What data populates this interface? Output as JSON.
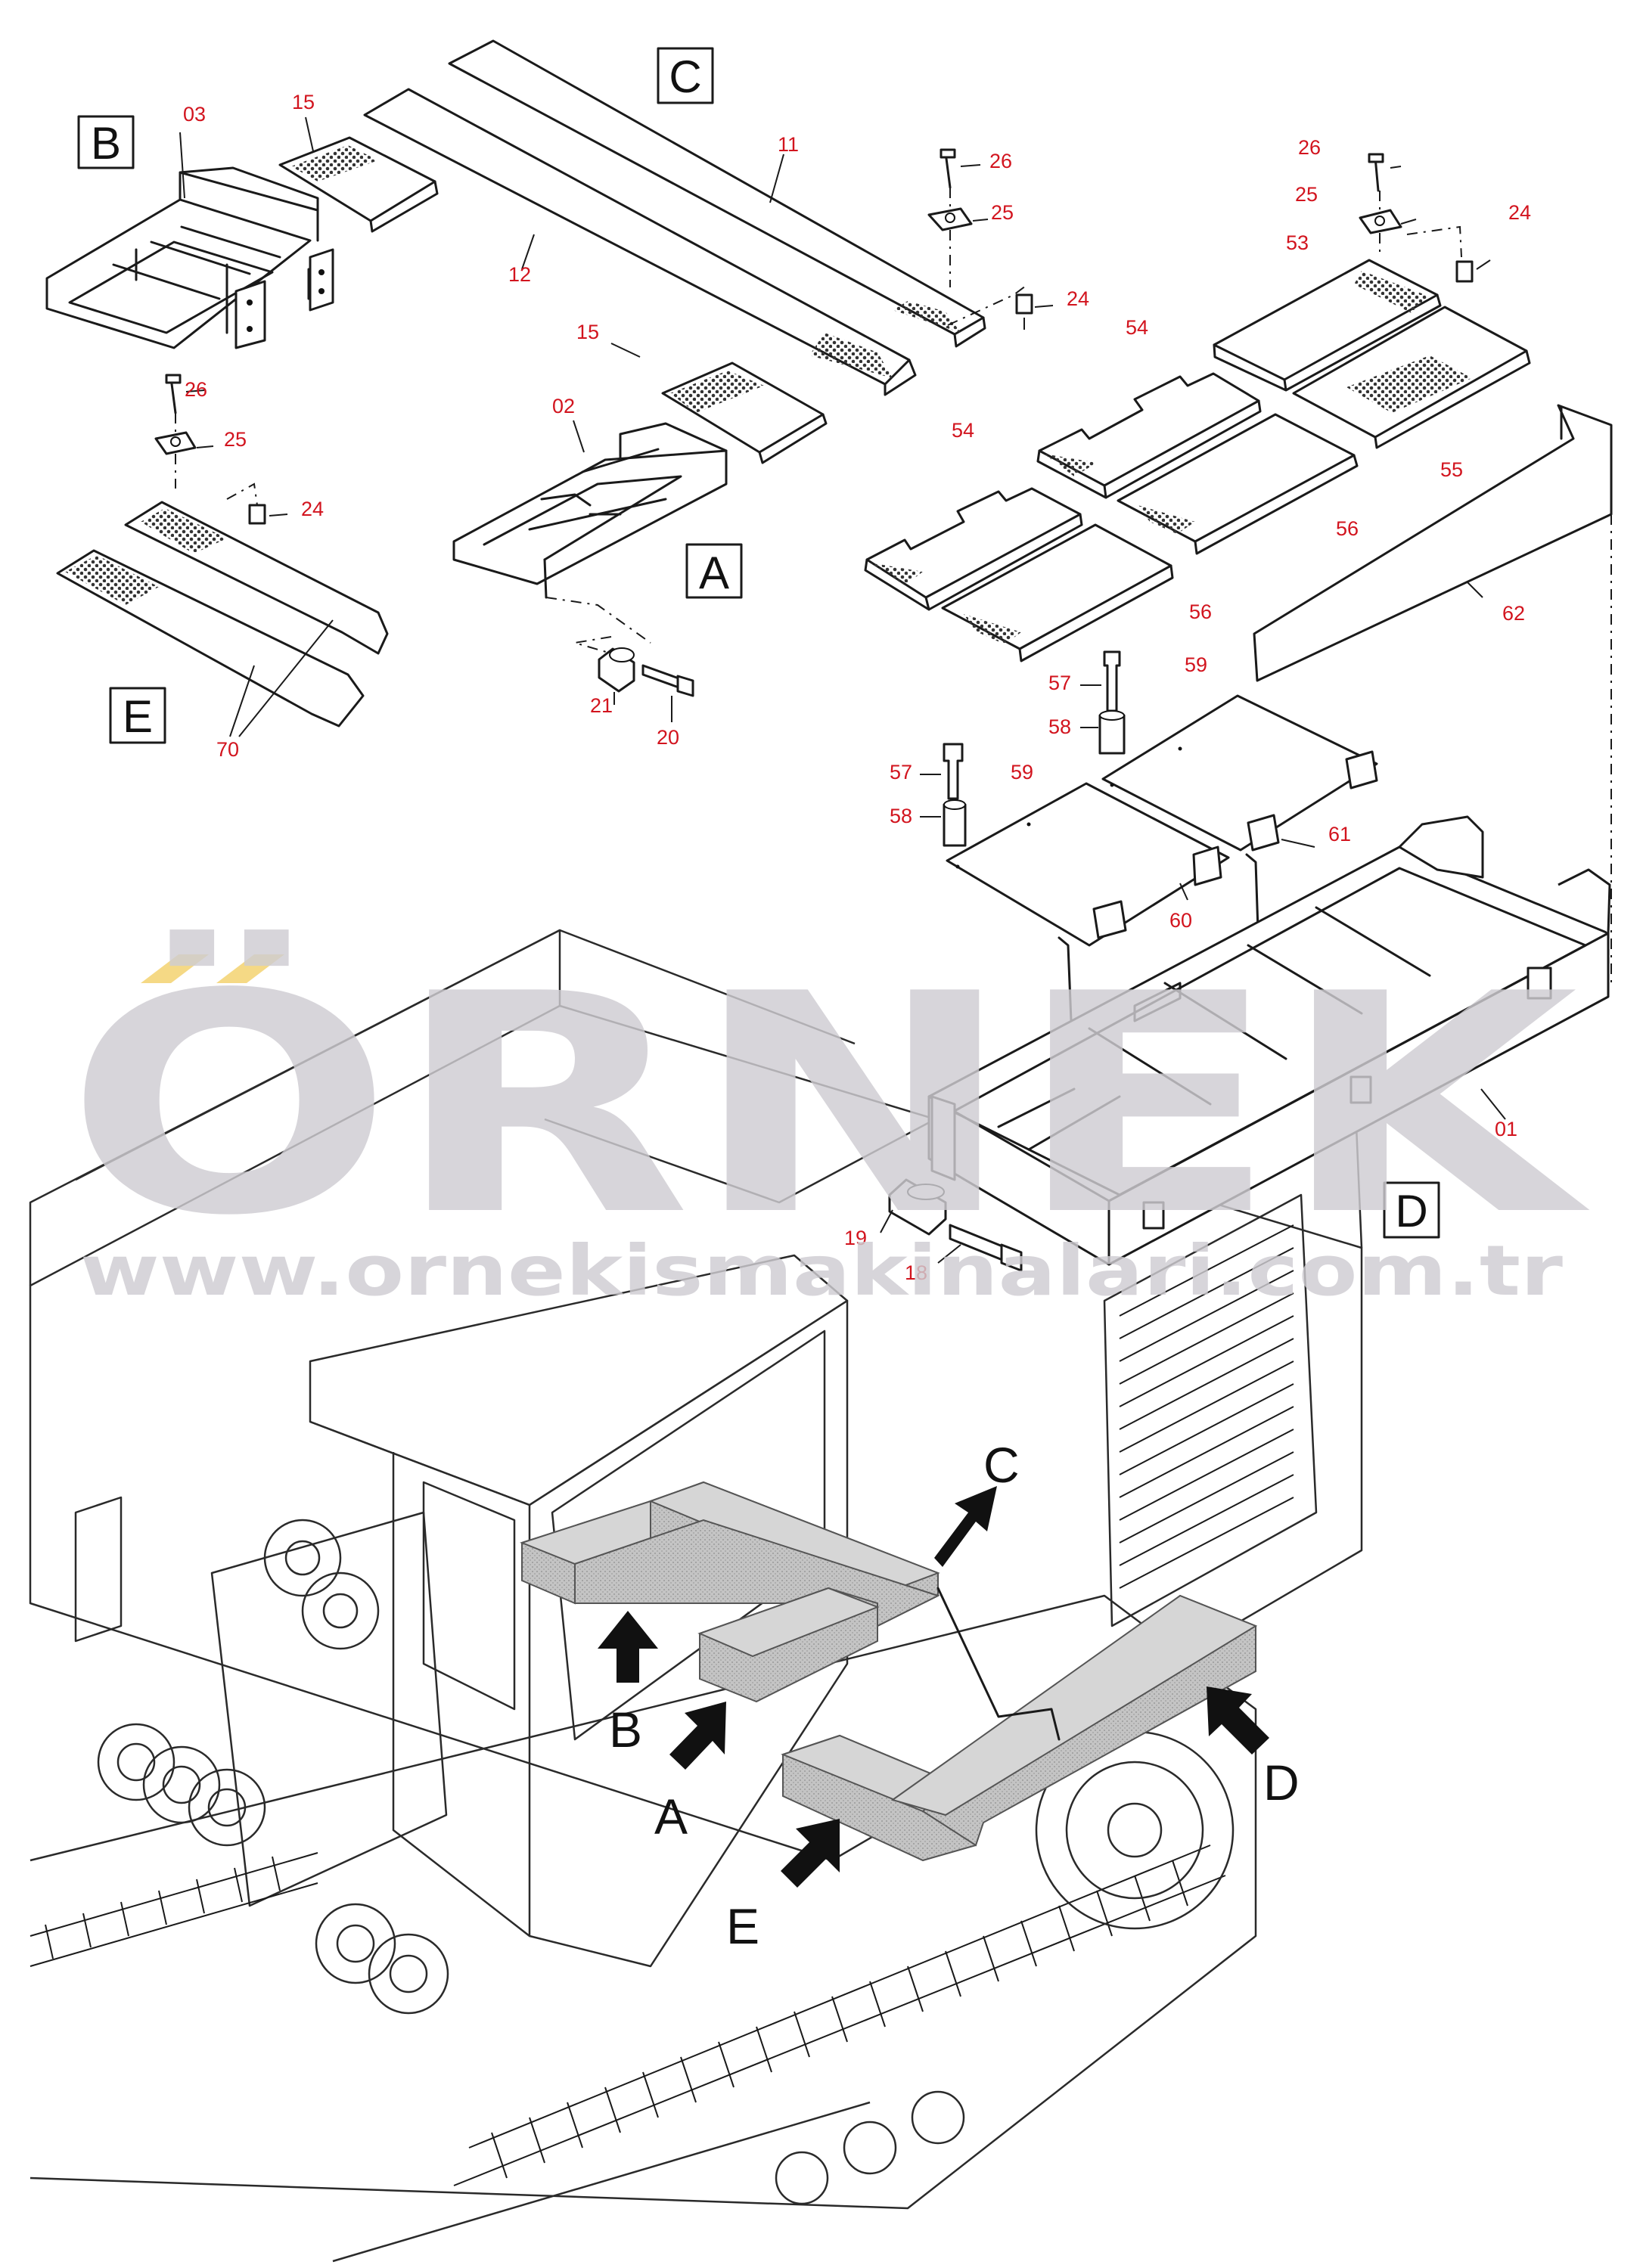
{
  "watermark": {
    "brand": "ÖRNEK",
    "url": "www.ornekismakinalari.com.tr",
    "accent_color": "#f5d985",
    "text_color": "#cfcdd2"
  },
  "views": {
    "A": "A",
    "B": "B",
    "C": "C",
    "D": "D",
    "E": "E"
  },
  "part_numbers": {
    "p01": "01",
    "p02": "02",
    "p03": "03",
    "p11": "11",
    "p12": "12",
    "p15a": "15",
    "p15b": "15",
    "p18": "18",
    "p19": "19",
    "p20": "20",
    "p21": "21",
    "p24a": "24",
    "p24b": "24",
    "p24c": "24",
    "p25a": "25",
    "p25b": "25",
    "p25c": "25",
    "p26a": "26",
    "p26b": "26",
    "p26c": "26",
    "p53": "53",
    "p54a": "54",
    "p54b": "54",
    "p55": "55",
    "p56a": "56",
    "p56b": "56",
    "p57a": "57",
    "p57b": "57",
    "p58a": "58",
    "p58b": "58",
    "p59a": "59",
    "p59b": "59",
    "p60": "60",
    "p61": "61",
    "p62": "62",
    "p70": "70"
  },
  "location_callouts": {
    "A": "A",
    "B": "B",
    "C": "C",
    "D": "D",
    "E": "E"
  }
}
